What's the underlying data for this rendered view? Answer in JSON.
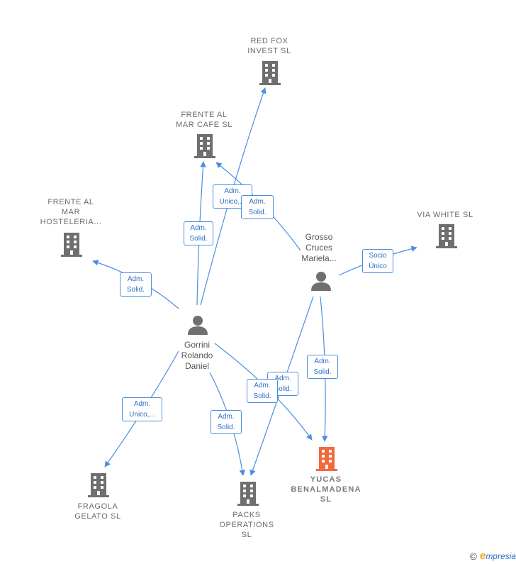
{
  "colors": {
    "edge": "#4a8ee0",
    "building": "#6f6f6f",
    "building_focus": "#f26a3c",
    "person": "#6f6f6f"
  },
  "companies": {
    "red_fox": [
      "RED FOX",
      "INVEST  SL"
    ],
    "frente_cafe": [
      "FRENTE AL",
      "MAR CAFE  SL"
    ],
    "frente_hosteleria": [
      "FRENTE AL",
      "MAR",
      "HOSTELERIA..."
    ],
    "via_white": [
      "VIA WHITE  SL"
    ],
    "fragola": [
      "FRAGOLA",
      "GELATO SL"
    ],
    "packs": [
      "PACKS",
      "OPERATIONS",
      "SL"
    ],
    "yucas": [
      "YUCAS",
      "BENALMADENA",
      "SL"
    ]
  },
  "persons": {
    "gorrini": [
      "Gorrini",
      "Rolando",
      "Daniel"
    ],
    "grosso": [
      "Grosso",
      "Cruces",
      "Mariela..."
    ]
  },
  "relations": {
    "r1": [
      "Adm.",
      "Unico,..."
    ],
    "r2": [
      "Adm.",
      "Solid."
    ],
    "r3": [
      "Adm.",
      "Solid."
    ],
    "r4": [
      "Adm.",
      "Solid."
    ],
    "r5": [
      "Socio",
      "Único"
    ],
    "r6": [
      "Adm.",
      "Unico,..."
    ],
    "r7": [
      "Adm.",
      "Solid."
    ],
    "r8": [
      "Adm.",
      "Solid."
    ],
    "r9": [
      "Adm.",
      "Solid."
    ],
    "r10": [
      "Adm.",
      "Solid."
    ]
  },
  "footer": {
    "copyright": "©",
    "brand_initial": "e",
    "brand_rest": "mpresia"
  }
}
